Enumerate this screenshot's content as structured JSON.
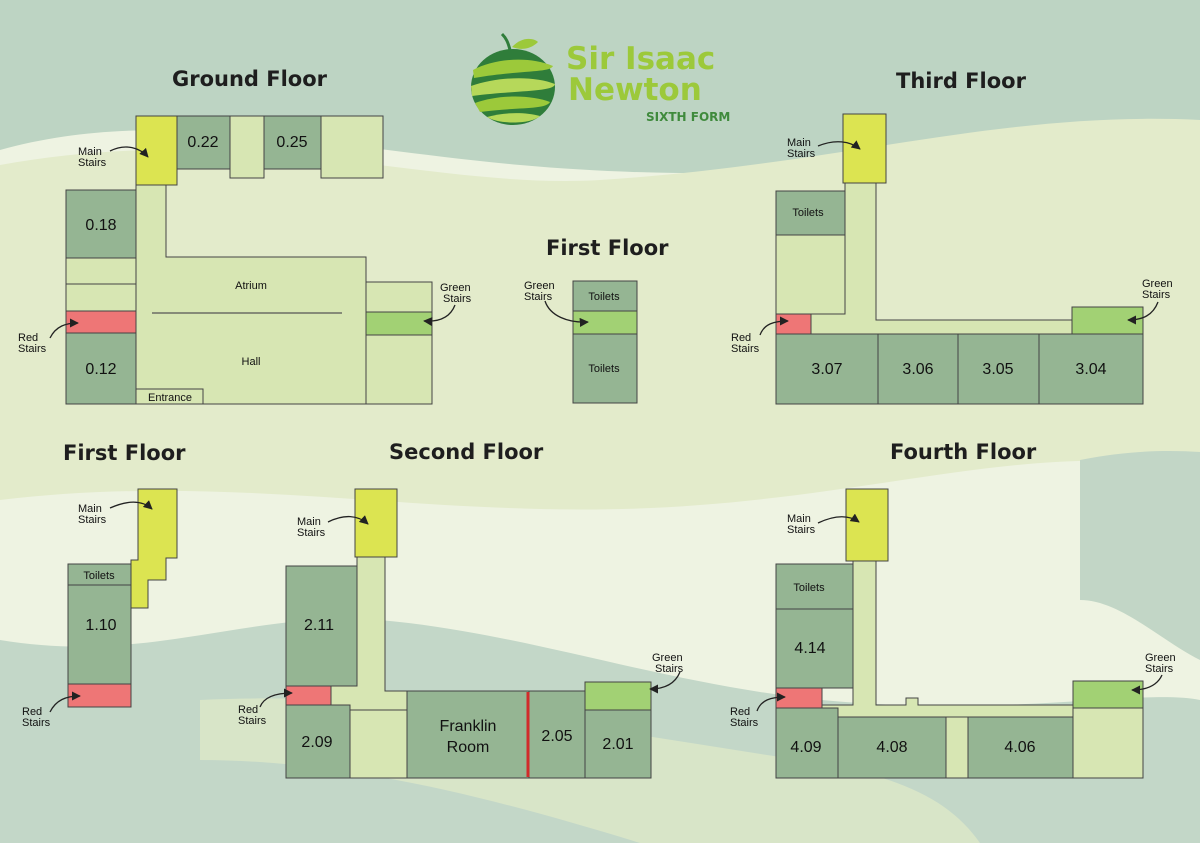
{
  "logo": {
    "line1": "Sir Isaac",
    "line2": "Newton",
    "line3": "SIXTH FORM"
  },
  "floors": {
    "ground": {
      "title": "Ground Floor",
      "rooms": [
        "0.22",
        "0.25",
        "0.18",
        "0.12"
      ],
      "labels": {
        "atrium": "Atrium",
        "hall": "Hall",
        "entrance": "Entrance"
      }
    },
    "first_small": {
      "title": "First Floor",
      "toilets": "Toilets"
    },
    "first": {
      "title": "First Floor",
      "toilets": "Toilets",
      "room": "1.10"
    },
    "second": {
      "title": "Second Floor",
      "rooms": [
        "2.11",
        "2.09",
        "2.05",
        "2.01"
      ],
      "franklin": [
        "Franklin",
        "Room"
      ]
    },
    "third": {
      "title": "Third Floor",
      "toilets": "Toilets",
      "rooms": [
        "3.07",
        "3.06",
        "3.05",
        "3.04"
      ]
    },
    "fourth": {
      "title": "Fourth Floor",
      "toilets": "Toilets",
      "rooms": [
        "4.14",
        "4.09",
        "4.08",
        "4.06"
      ]
    }
  },
  "stairs": {
    "main": [
      "Main",
      "Stairs"
    ],
    "red": [
      "Red",
      "Stairs"
    ],
    "green": [
      "Green",
      "Stairs"
    ]
  },
  "colors": {
    "background": "#eef3e2",
    "room_dark": "#95b593",
    "room_light": "#d7e6b3",
    "main_stairs": "#dce451",
    "red_stairs": "#ee7676",
    "green_stairs": "#a2d174",
    "divider_red": "#d12b2b"
  }
}
